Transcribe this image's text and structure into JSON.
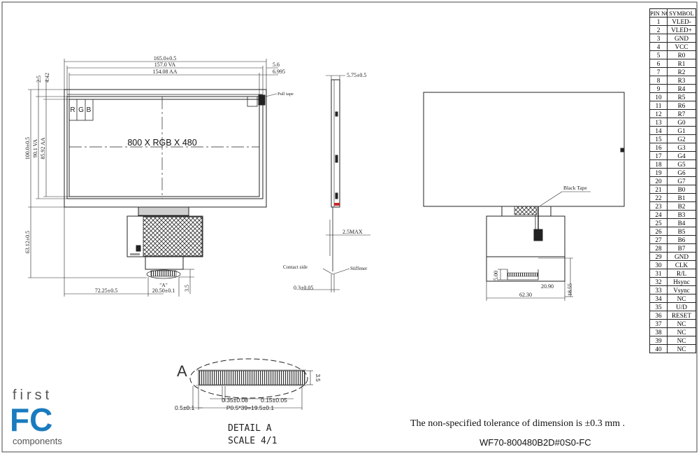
{
  "front_view": {
    "dims": {
      "outline_width": "165.0±0.5",
      "va_width": "157.0 VA",
      "aa_width": "154.08 AA",
      "right_5_6": "5.6",
      "right_6_995": "6.995",
      "left_2_5": "2.5",
      "left_4_42": "4.42",
      "height_100": "100.0±0.5",
      "height_va": "90.1 VA",
      "height_aa": "85.92 AA",
      "fpc_length": "63.12±0.5",
      "offset_x": "72.25±0.5",
      "fpc_width": "20.50±0.1",
      "fpc_tip": "3.5"
    },
    "pull_tape": "Pull tape",
    "rgb": [
      "R",
      "G",
      "B"
    ],
    "resolution": "800 X RGB X 480",
    "detail_marker": "\"A\""
  },
  "side_view": {
    "thickness": "5.75±0.5",
    "max_label": "2.5MAX",
    "contact_side": "Contact side",
    "stiffener": "Stiffener",
    "bottom_dim": "0.3±0.05"
  },
  "back_view": {
    "black_tape": "Black Tape",
    "dim_62": "62.30",
    "dim_20": "20.90",
    "dim_5": "5.00",
    "dim_18": "18.55"
  },
  "detail": {
    "letter": "A",
    "pitch_a": "0.35±0.08",
    "pitch_b": "0.15±0.05",
    "edge": "0.5±0.1",
    "total": "P0.5*39=19.5±0.1",
    "height": "3.5",
    "title": "DETAIL A",
    "scale": "SCALE 4/1"
  },
  "logo": {
    "top": "first",
    "main": "FC",
    "bottom": "components",
    "color": "#1a7bbf"
  },
  "tolerance_note": "The non-specified tolerance of dimension is ±0.3 mm .",
  "part_number": "WF70-800480B2D#0S0-FC",
  "pin_table": {
    "headers": [
      "PIN NO.",
      "SYMBOL"
    ],
    "rows": [
      [
        "1",
        "VLED-"
      ],
      [
        "2",
        "VLED+"
      ],
      [
        "3",
        "GND"
      ],
      [
        "4",
        "VCC"
      ],
      [
        "5",
        "R0"
      ],
      [
        "6",
        "R1"
      ],
      [
        "7",
        "R2"
      ],
      [
        "8",
        "R3"
      ],
      [
        "9",
        "R4"
      ],
      [
        "10",
        "R5"
      ],
      [
        "11",
        "R6"
      ],
      [
        "12",
        "R7"
      ],
      [
        "13",
        "G0"
      ],
      [
        "14",
        "G1"
      ],
      [
        "15",
        "G2"
      ],
      [
        "16",
        "G3"
      ],
      [
        "17",
        "G4"
      ],
      [
        "18",
        "G5"
      ],
      [
        "19",
        "G6"
      ],
      [
        "20",
        "G7"
      ],
      [
        "21",
        "B0"
      ],
      [
        "22",
        "B1"
      ],
      [
        "23",
        "B2"
      ],
      [
        "24",
        "B3"
      ],
      [
        "25",
        "B4"
      ],
      [
        "26",
        "B5"
      ],
      [
        "27",
        "B6"
      ],
      [
        "28",
        "B7"
      ],
      [
        "29",
        "GND"
      ],
      [
        "30",
        "CLK"
      ],
      [
        "31",
        "R/L"
      ],
      [
        "32",
        "Hsync"
      ],
      [
        "33",
        "Vsync"
      ],
      [
        "34",
        "NC"
      ],
      [
        "35",
        "U/D"
      ],
      [
        "36",
        "RESET"
      ],
      [
        "37",
        "NC"
      ],
      [
        "38",
        "NC"
      ],
      [
        "39",
        "NC"
      ],
      [
        "40",
        "NC"
      ]
    ]
  }
}
